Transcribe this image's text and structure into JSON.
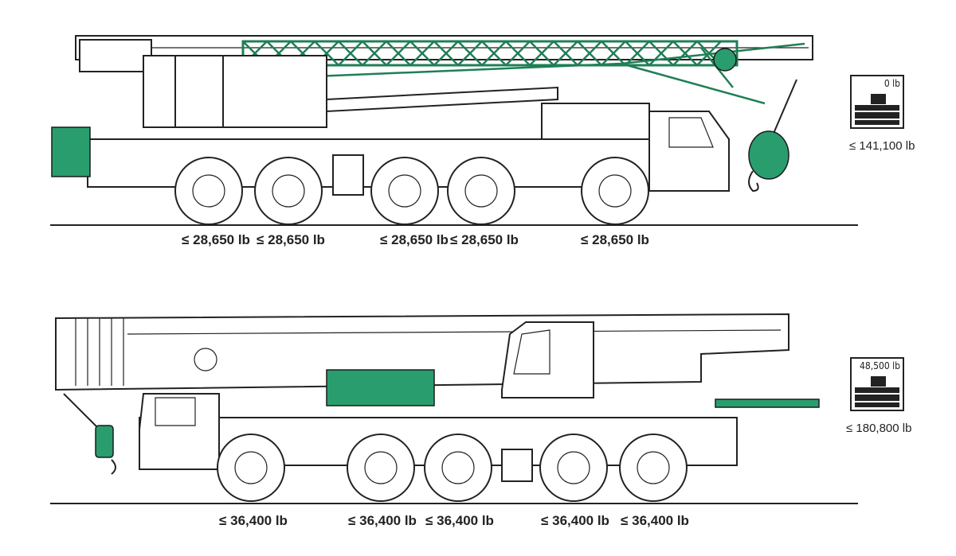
{
  "colors": {
    "accent": "#2a9d6e",
    "line": "#222222"
  },
  "top_config": {
    "axle_loads": [
      "≤ 28,650 lb",
      "≤ 28,650 lb",
      "≤ 28,650 lb",
      "≤ 28,650 lb",
      "≤ 28,650 lb"
    ],
    "counterweight_value": "0 lb",
    "total_weight": "≤ 141,100 lb",
    "icon": "counterweight-icon"
  },
  "bottom_config": {
    "axle_loads": [
      "≤ 36,400 lb",
      "≤ 36,400 lb",
      "≤ 36,400 lb",
      "≤ 36,400 lb",
      "≤ 36,400 lb"
    ],
    "counterweight_value": "48,500 lb",
    "total_weight": "≤ 180,800 lb",
    "icon": "counterweight-icon"
  }
}
